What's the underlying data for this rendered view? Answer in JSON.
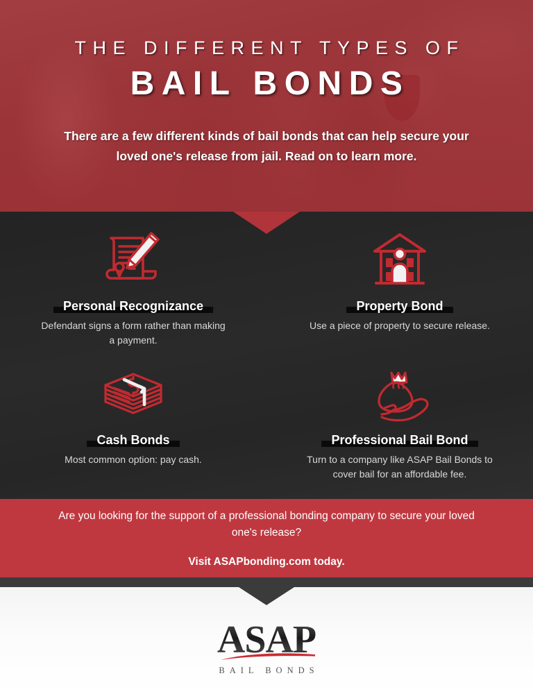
{
  "header": {
    "title_line1": "THE DIFFERENT TYPES OF",
    "title_line2": "BAIL BONDS",
    "subtitle": "There are a few different kinds of bail bonds that can help secure your loved one's release from jail. Read on to learn more.",
    "overlay_color": "#b0343a"
  },
  "main": {
    "background_color": "#262626",
    "icon_color": "#c22a31",
    "cards": [
      {
        "icon": "contract-pen-icon",
        "title": "Personal Recognizance",
        "description": "Defendant signs a form rather than making a payment."
      },
      {
        "icon": "house-icon",
        "title": "Property Bond",
        "description": "Use a piece of property to secure release."
      },
      {
        "icon": "cash-stack-icon",
        "title": "Cash Bonds",
        "description": "Most common option: pay cash."
      },
      {
        "icon": "money-bag-hand-icon",
        "title": "Professional Bail Bond",
        "description": "Turn to a company like ASAP Bail Bonds to cover bail for an affordable fee."
      }
    ]
  },
  "cta": {
    "background_color": "#bf3840",
    "question": "Are you looking for the support of a professional bonding company to secure your loved one's release?",
    "link_text": "Visit ASAPbonding.com today."
  },
  "footer": {
    "logo_name": "ASAP",
    "logo_tagline": "BAIL BONDS",
    "accent_color": "#cc2a32"
  }
}
